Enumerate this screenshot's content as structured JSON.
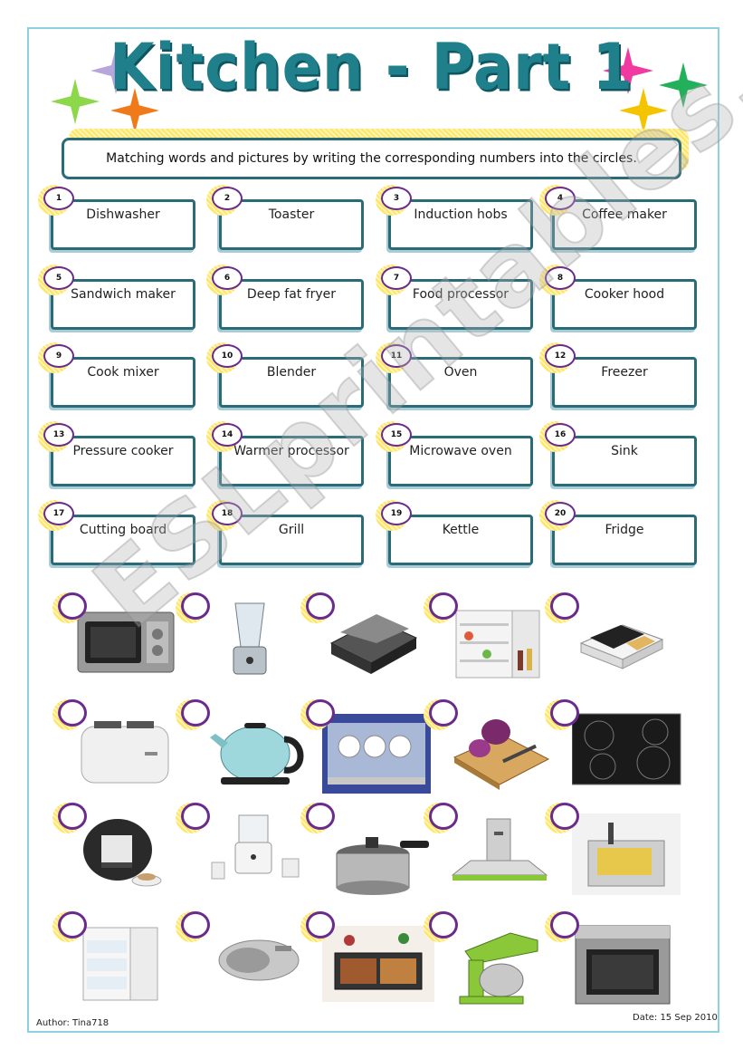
{
  "title": "Kitchen - Part 1",
  "instructions": "Matching words and pictures by writing the corresponding numbers into the circles.",
  "words": [
    {
      "n": "1",
      "label": "Dishwasher"
    },
    {
      "n": "2",
      "label": "Toaster"
    },
    {
      "n": "3",
      "label": "Induction hobs"
    },
    {
      "n": "4",
      "label": "Coffee maker"
    },
    {
      "n": "5",
      "label": "Sandwich maker"
    },
    {
      "n": "6",
      "label": "Deep fat fryer"
    },
    {
      "n": "7",
      "label": "Food processor"
    },
    {
      "n": "8",
      "label": "Cooker hood"
    },
    {
      "n": "9",
      "label": "Cook mixer"
    },
    {
      "n": "10",
      "label": "Blender"
    },
    {
      "n": "11",
      "label": "Oven"
    },
    {
      "n": "12",
      "label": "Freezer"
    },
    {
      "n": "13",
      "label": "Pressure cooker"
    },
    {
      "n": "14",
      "label": "Warmer processor"
    },
    {
      "n": "15",
      "label": "Microwave oven"
    },
    {
      "n": "16",
      "label": "Sink"
    },
    {
      "n": "17",
      "label": "Cutting board"
    },
    {
      "n": "18",
      "label": "Grill"
    },
    {
      "n": "19",
      "label": "Kettle"
    },
    {
      "n": "20",
      "label": "Fridge"
    }
  ],
  "pictures": [
    [
      "microwave-image",
      "blender-image",
      "grill-image",
      "fridge-image",
      "sandwich-maker-image"
    ],
    [
      "toaster-image",
      "kettle-image",
      "dishwasher-image",
      "cutting-board-image",
      "induction-hob-image"
    ],
    [
      "coffee-maker-image",
      "food-processor-image",
      "pressure-cooker-image",
      "cooker-hood-image",
      "deep-fryer-image"
    ],
    [
      "freezer-image",
      "sink-image",
      "warmer-image",
      "cook-mixer-image",
      "oven-image"
    ]
  ],
  "author": "Author: Tina718",
  "date": "Date: 15 Sep 2010",
  "watermark": "ESLprintables.com",
  "colors": {
    "title": "#1f7f8a",
    "box_border": "#2a6b78",
    "circle": "#6a2c8c",
    "hatch": "#ffe566"
  }
}
